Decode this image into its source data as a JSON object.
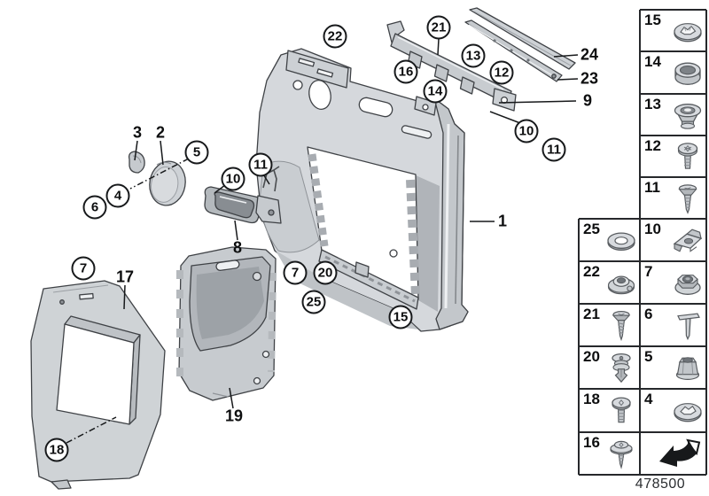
{
  "figure": {
    "doc_number": "478500",
    "type": "exploded-parts-diagram",
    "subject": "door trim panel with fastener legend",
    "colors": {
      "line": "#3f4246",
      "fill_light": "#d7dade",
      "fill_mid": "#c2c6ca",
      "fill_dark": "#a0a4a9",
      "callout_ink": "#17191b",
      "background": "#ffffff"
    }
  },
  "callouts": {
    "c22": "22",
    "c21": "21",
    "c16": "16",
    "c14": "14",
    "c13": "13",
    "c12": "12",
    "c10r": "10",
    "c11r": "11",
    "c5": "5",
    "c4": "4",
    "c6": "6",
    "c10l": "10",
    "c11l": "11",
    "c7l": "7",
    "c7c": "7",
    "c20": "20",
    "c25": "25",
    "c15": "15",
    "c18": "18",
    "p1": "1",
    "p2": "2",
    "p3": "3",
    "p8": "8",
    "p9": "9",
    "p17": "17",
    "p19": "19",
    "p23": "23",
    "p24": "24"
  },
  "legend": {
    "right_column": [
      {
        "label": "15",
        "icon": "lock-washer-icon"
      },
      {
        "label": "14",
        "icon": "grommet-ring-icon"
      },
      {
        "label": "13",
        "icon": "funnel-grommet-icon"
      },
      {
        "label": "12",
        "icon": "pan-head-screw-icon"
      },
      {
        "label": "11",
        "icon": "countersunk-screw-icon"
      },
      {
        "label": "10",
        "icon": "clip-nut-icon"
      },
      {
        "label": "7",
        "icon": "flange-hex-nut-icon"
      },
      {
        "label": "6",
        "icon": "t-head-pin-icon"
      },
      {
        "label": "5",
        "icon": "hex-collar-nut-icon"
      },
      {
        "label": "4",
        "icon": "conical-lock-washer-icon"
      },
      {
        "label": "",
        "icon": "direction-arrow-icon"
      }
    ],
    "left_column": [
      {
        "label": "25",
        "icon": "flat-washer-icon"
      },
      {
        "label": "22",
        "icon": "flanged-grommet-icon"
      },
      {
        "label": "21",
        "icon": "countersunk-tapping-screw-icon"
      },
      {
        "label": "20",
        "icon": "expansion-rivet-icon"
      },
      {
        "label": "18",
        "icon": "pan-head-tapping-screw-icon"
      },
      {
        "label": "16",
        "icon": "washer-head-screw-icon"
      }
    ]
  }
}
